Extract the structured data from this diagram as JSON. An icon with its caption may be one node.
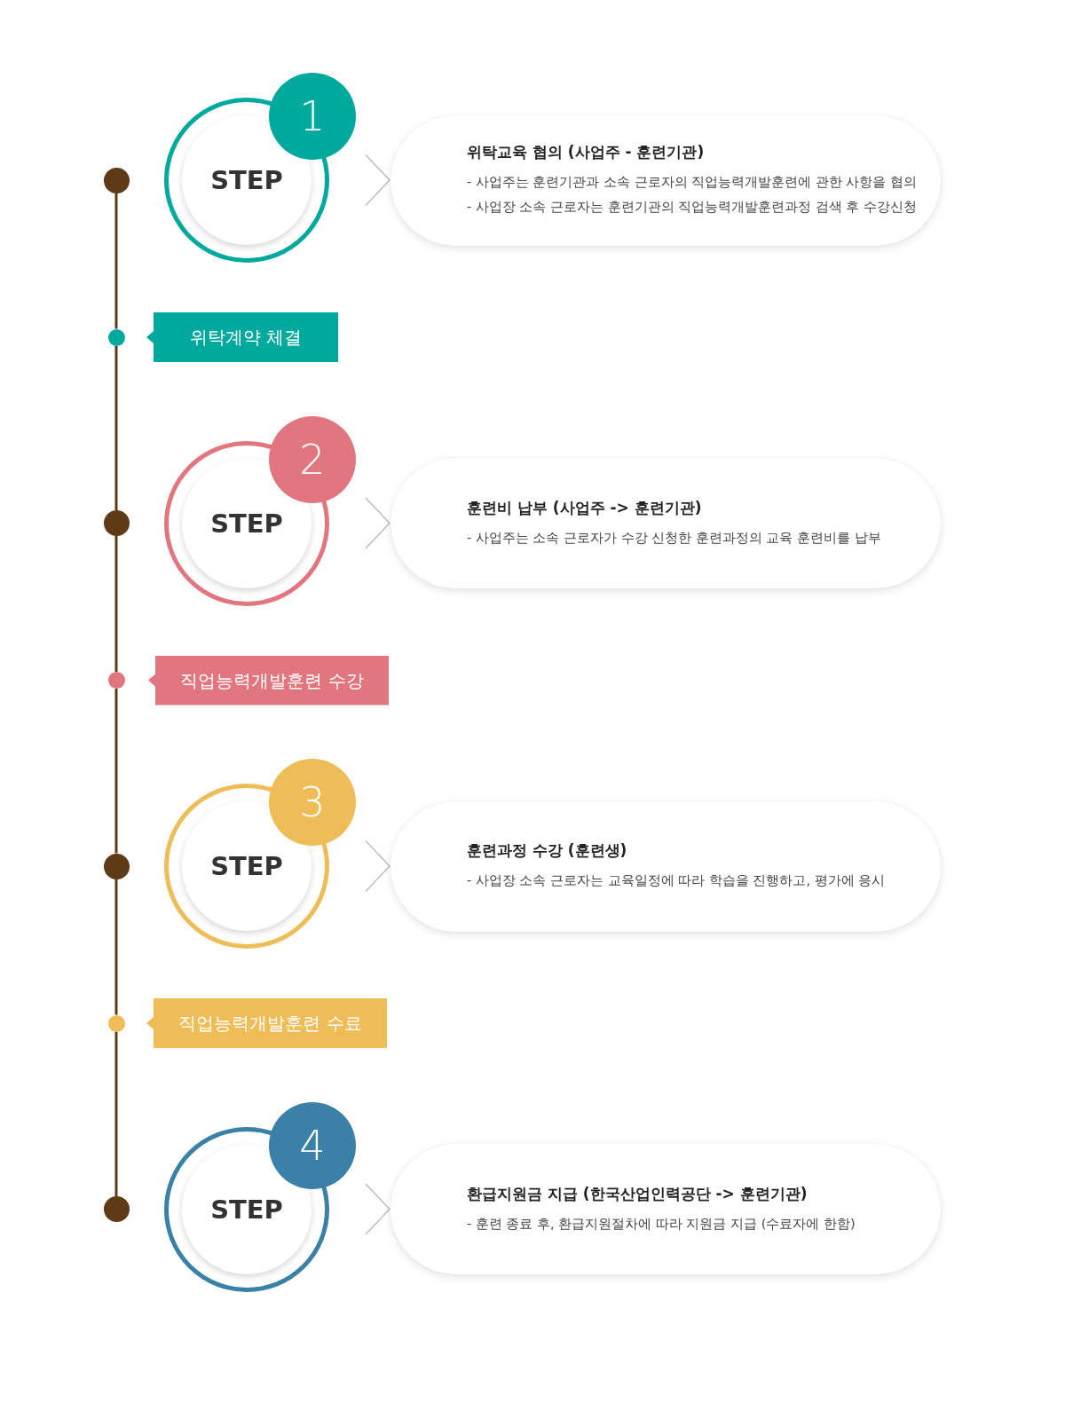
{
  "diagram": {
    "nodes": [
      {
        "text": [],
        "shape": "circle"
      },
      {
        "text": [
          "1"
        ]
      },
      {
        "text": [
          "STEP"
        ]
      },
      {
        "text": [
          "위탁교육 협의 (사업주 - 훈련기관)",
          "- 사업주는 훈련기관과 소속 근로자의 직업능력개발훈련에 관한 사항을 협의",
          "- 사업장 소속 근로자는 훈련기관의 직업능력개발훈련과정 검색 후 수강신청"
        ]
      },
      {
        "text": [],
        "shape": "circle"
      },
      {
        "text": [
          "위탁계약 체결"
        ]
      },
      {
        "text": [],
        "shape": "circle"
      },
      {
        "text": [
          "2"
        ]
      },
      {
        "text": [
          "STEP"
        ]
      },
      {
        "text": [
          "훈련비 납부 (사업주 -> 훈련기관)",
          "- 사업주는 소속 근로자가 수강 신청한 훈련과정의 교육 훈련비를 납부"
        ]
      },
      {
        "text": [],
        "shape": "circle"
      },
      {
        "text": [
          "직업능력개발훈련 수강"
        ]
      },
      {
        "text": [],
        "shape": "circle"
      },
      {
        "text": [
          "3"
        ]
      },
      {
        "text": [
          "STEP"
        ]
      },
      {
        "text": [
          "훈련과정 수강 (훈련생)",
          "- 사업장 소속 근로자는 교육일정에 따라 학습을 진행하고, 평가에 응시"
        ]
      },
      {
        "text": [],
        "shape": "circle"
      },
      {
        "text": [
          "직업능력개발훈련 수료"
        ]
      },
      {
        "text": [],
        "shape": "circle"
      },
      {
        "text": [
          "4"
        ]
      },
      {
        "text": [
          "STEP"
        ]
      },
      {
        "text": [
          "환급지원금 지급 (한국산업인력공단 -> 훈련기관)",
          "- 훈련 종료 후, 환급지원절차에 따라 지원금 지급 (수료자에 한함)"
        ]
      }
    ],
    "edges": [
      {
        "from": 2,
        "to": 3,
        "arrow": "to",
        "color": "#b9b9b9"
      },
      {
        "from": 0,
        "to": 4,
        "arrow": "none"
      },
      {
        "from": 4,
        "to": 6,
        "arrow": "none"
      },
      {
        "from": 8,
        "to": 9,
        "arrow": "to",
        "color": "#b9b9b9"
      },
      {
        "from": 6,
        "to": 10,
        "arrow": "none"
      },
      {
        "from": 10,
        "to": 12,
        "arrow": "none"
      },
      {
        "from": 14,
        "to": 15,
        "arrow": "to",
        "color": "#b9b9b9"
      },
      {
        "from": 12,
        "to": 16,
        "arrow": "none"
      },
      {
        "from": 16,
        "to": 18,
        "arrow": "none"
      },
      {
        "from": 20,
        "to": 21,
        "arrow": "to",
        "color": "#b9b9b9"
      }
    ]
  }
}
